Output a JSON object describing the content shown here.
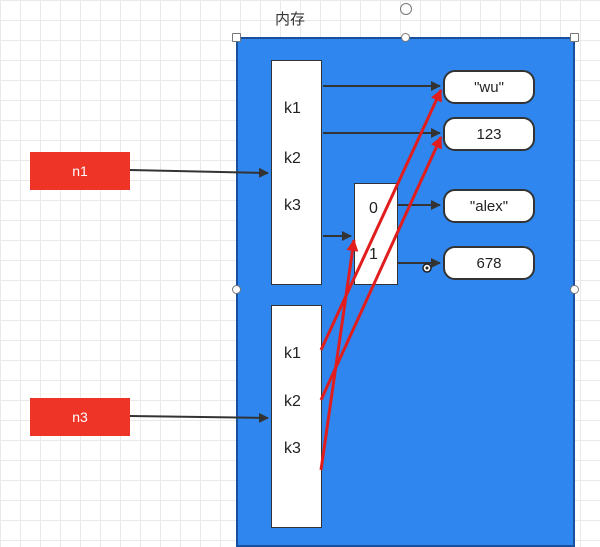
{
  "memory_label": "内存",
  "variables": [
    {
      "id": "n1",
      "label": "n1"
    },
    {
      "id": "n3",
      "label": "n3"
    }
  ],
  "dict_n1_keys": [
    "k1",
    "k2",
    "k3"
  ],
  "dict_n3_keys": [
    "k1",
    "k2",
    "k3"
  ],
  "list_indices": [
    "0",
    "1"
  ],
  "values": [
    "\"wu\"",
    "123",
    "\"alex\"",
    "678"
  ],
  "colors": {
    "memory_fill": "#2f86ee",
    "variable_fill": "#ee3327",
    "arrow_dark": "#333333",
    "arrow_red": "#e11d1d"
  }
}
